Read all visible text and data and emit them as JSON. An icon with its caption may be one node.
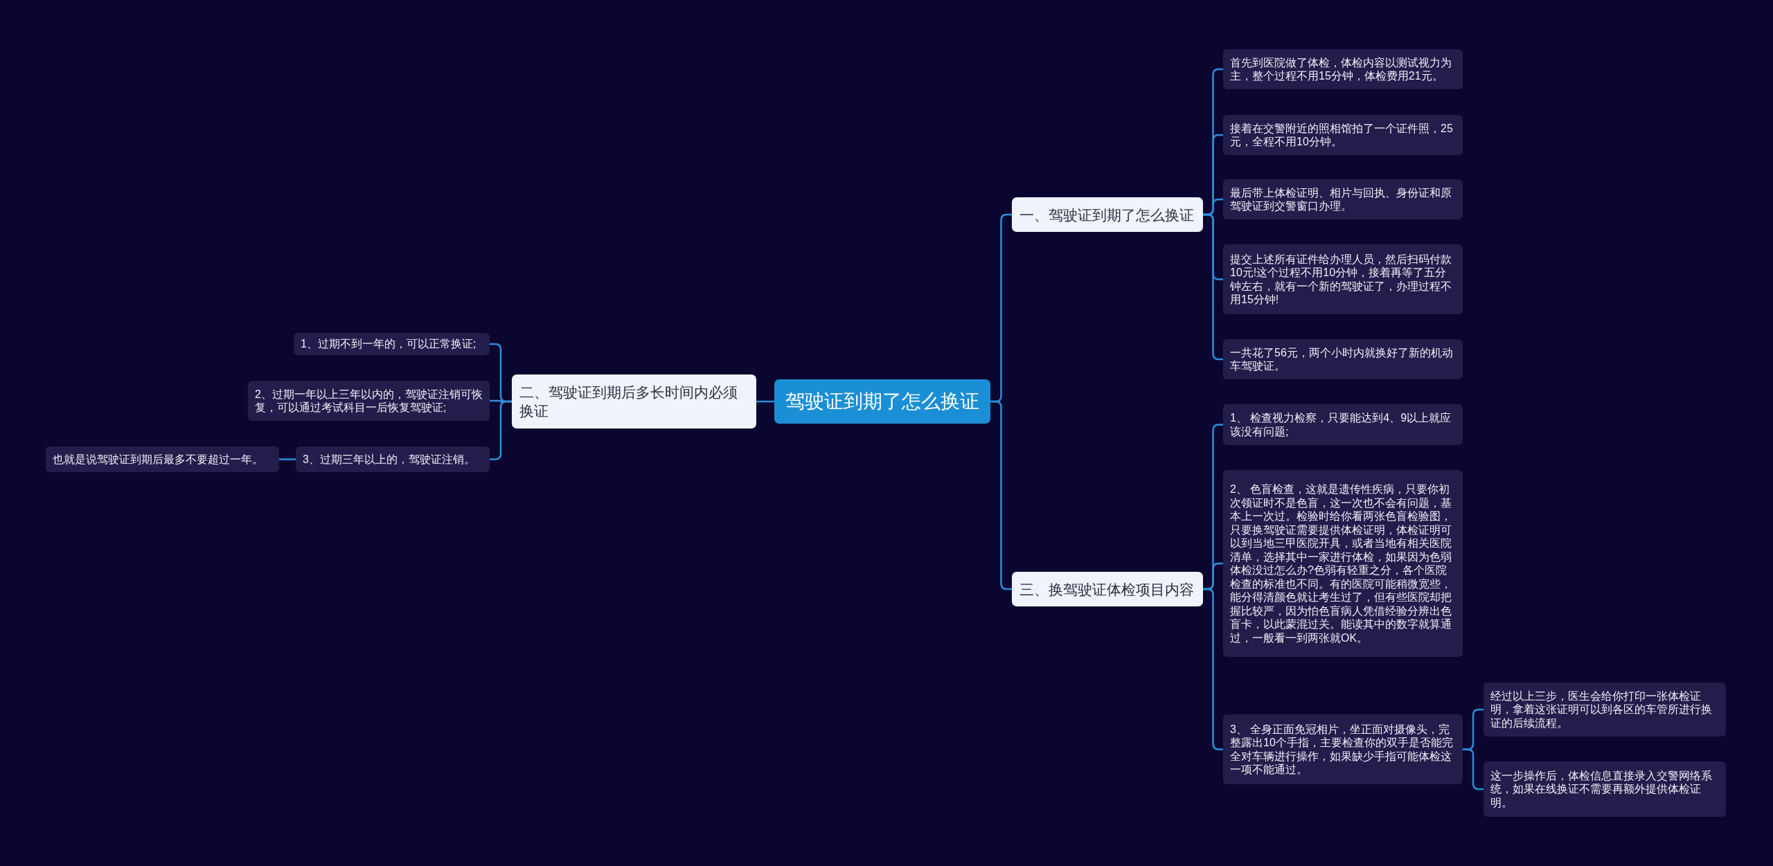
{
  "diagram": {
    "nodes": [
      {
        "text": [
          "驾驶证到期了怎么换证"
        ]
      },
      {
        "text": [
          "一、驾驶证到期了怎么换证"
        ]
      },
      {
        "text": [
          "首先到医院做了体检，体检内容以测试视力为主，整个过程不用15分钟，体检费用21元。"
        ]
      },
      {
        "text": [
          "接着在交警附近的照相馆拍了一个证件照，25元，全程不用10分钟。"
        ]
      },
      {
        "text": [
          "最后带上体检证明、相片与回执、身份证和原驾驶证到交警窗口办理。"
        ]
      },
      {
        "text": [
          "提交上述所有证件给办理人员，然后扫码付款10元!这个过程不用10分钟，接着再等了五分钟左右，就有一个新的驾驶证了，办理过程不用15分钟!"
        ]
      },
      {
        "text": [
          "一共花了56元，两个小时内就换好了新的机动车驾驶证。"
        ]
      },
      {
        "text": [
          "二、驾驶证到期后多长时间内必须换证"
        ]
      },
      {
        "text": [
          "1、过期不到一年的，可以正常换证;"
        ]
      },
      {
        "text": [
          "2、过期一年以上三年以内的，驾驶证注销可恢复，可以通过考试科目一后恢复驾驶证;"
        ]
      },
      {
        "text": [
          "3、过期三年以上的，驾驶证注销。"
        ]
      },
      {
        "text": [
          "也就是说驾驶证到期后最多不要超过一年。"
        ]
      },
      {
        "text": [
          "三、换驾驶证体检项目内容"
        ]
      },
      {
        "text": [
          "1、 检查视力检察，只要能达到4、9以上就应该没有问题;"
        ]
      },
      {
        "text": [
          "2、 色盲检查，这就是遗传性疾病，只要你初次领证时不是色盲，这一次也不会有问题，基本上一次过。检验时给你看两张色盲检验图，只要换驾驶证需要提供体检证明，体检证明可以到当地三甲医院开具，或者当地有相关医院清单，选择其中一家进行体检，如果因为色弱体检没过怎么办?色弱有轻重之分，各个医院检查的标准也不同。有的医院可能稍微宽些，能分得清颜色就让考生过了，但有些医院却把握比较严，因为怕色盲病人凭借经验分辨出色盲卡，以此蒙混过关。能读其中的数字就算通过，一般看一到两张就OK。"
        ]
      },
      {
        "text": [
          "3、 全身正面免冠相片，坐正面对摄像头，完整露出10个手指，主要检查你的双手是否能完全对车辆进行操作，如果缺少手指可能体检这一项不能通过。"
        ]
      },
      {
        "text": [
          "经过以上三步，医生会给你打印一张体检证明，拿着这张证明可以到各区的车管所进行换证的后续流程。"
        ]
      },
      {
        "text": [
          "这一步操作后，体检信息直接录入交警网络系统，如果在线换证不需要再额外提供体检证明。"
        ]
      }
    ],
    "edges": [
      {
        "from": 0,
        "to": 1,
        "arrow": "none"
      },
      {
        "from": 1,
        "to": 2,
        "arrow": "none"
      },
      {
        "from": 1,
        "to": 3,
        "arrow": "none"
      },
      {
        "from": 1,
        "to": 4,
        "arrow": "none"
      },
      {
        "from": 1,
        "to": 5,
        "arrow": "none"
      },
      {
        "from": 1,
        "to": 6,
        "arrow": "none"
      },
      {
        "from": 0,
        "to": 7,
        "arrow": "none"
      },
      {
        "from": 7,
        "to": 8,
        "arrow": "none"
      },
      {
        "from": 7,
        "to": 9,
        "arrow": "none"
      },
      {
        "from": 7,
        "to": 10,
        "arrow": "none"
      },
      {
        "from": 10,
        "to": 11,
        "arrow": "none"
      },
      {
        "from": 0,
        "to": 12,
        "arrow": "none"
      },
      {
        "from": 12,
        "to": 13,
        "arrow": "none"
      },
      {
        "from": 12,
        "to": 14,
        "arrow": "none"
      },
      {
        "from": 12,
        "to": 15,
        "arrow": "none"
      },
      {
        "from": 15,
        "to": 16,
        "arrow": "none"
      },
      {
        "from": 15,
        "to": 17,
        "arrow": "none"
      }
    ]
  }
}
